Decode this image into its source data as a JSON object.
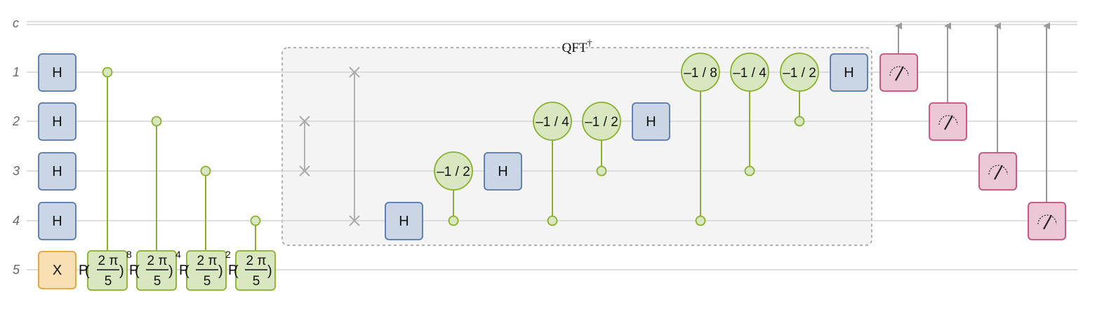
{
  "circuit": {
    "wires": [
      "c",
      "1",
      "2",
      "3",
      "4",
      "5"
    ],
    "box_title": "QFT",
    "box_title_sup": "†",
    "h_gates": [
      {
        "id": "h-q1",
        "label": "H"
      },
      {
        "id": "h-q2",
        "label": "H"
      },
      {
        "id": "h-q3",
        "label": "H"
      },
      {
        "id": "h-q4",
        "label": "H"
      },
      {
        "id": "h-qft-q4",
        "label": "H"
      },
      {
        "id": "h-qft-q3",
        "label": "H"
      },
      {
        "id": "h-qft-q2",
        "label": "H"
      },
      {
        "id": "h-qft-q1",
        "label": "H"
      }
    ],
    "x_gate": "X",
    "power_gates": [
      {
        "prefix": "P",
        "num": "2 π",
        "den": "5",
        "exp": "8"
      },
      {
        "prefix": "P",
        "num": "2 π",
        "den": "5",
        "exp": "4"
      },
      {
        "prefix": "P",
        "num": "2 π",
        "den": "5",
        "exp": "2"
      },
      {
        "prefix": "P",
        "num": "2 π",
        "den": "5",
        "exp": ""
      }
    ],
    "phase_gates": [
      "–1 / 2",
      "–1 / 4",
      "–1 / 2",
      "–1 / 8",
      "–1 / 4",
      "–1 / 2"
    ],
    "colors": {
      "h_fill": "#cad6e6",
      "h_stroke": "#5577aa",
      "control": "#88b02c",
      "control_fill": "#d9e7c0",
      "x_fill": "#f8dfb4",
      "x_stroke": "#e8a030",
      "measure_fill": "#ecc8d6",
      "measure_stroke": "#c84a7a",
      "swap": "#aaaaaa",
      "wire": "#d4d4d4",
      "box_fill": "#f4f4f4",
      "box_border": "#999999",
      "classical_arrow": "#999999"
    }
  }
}
